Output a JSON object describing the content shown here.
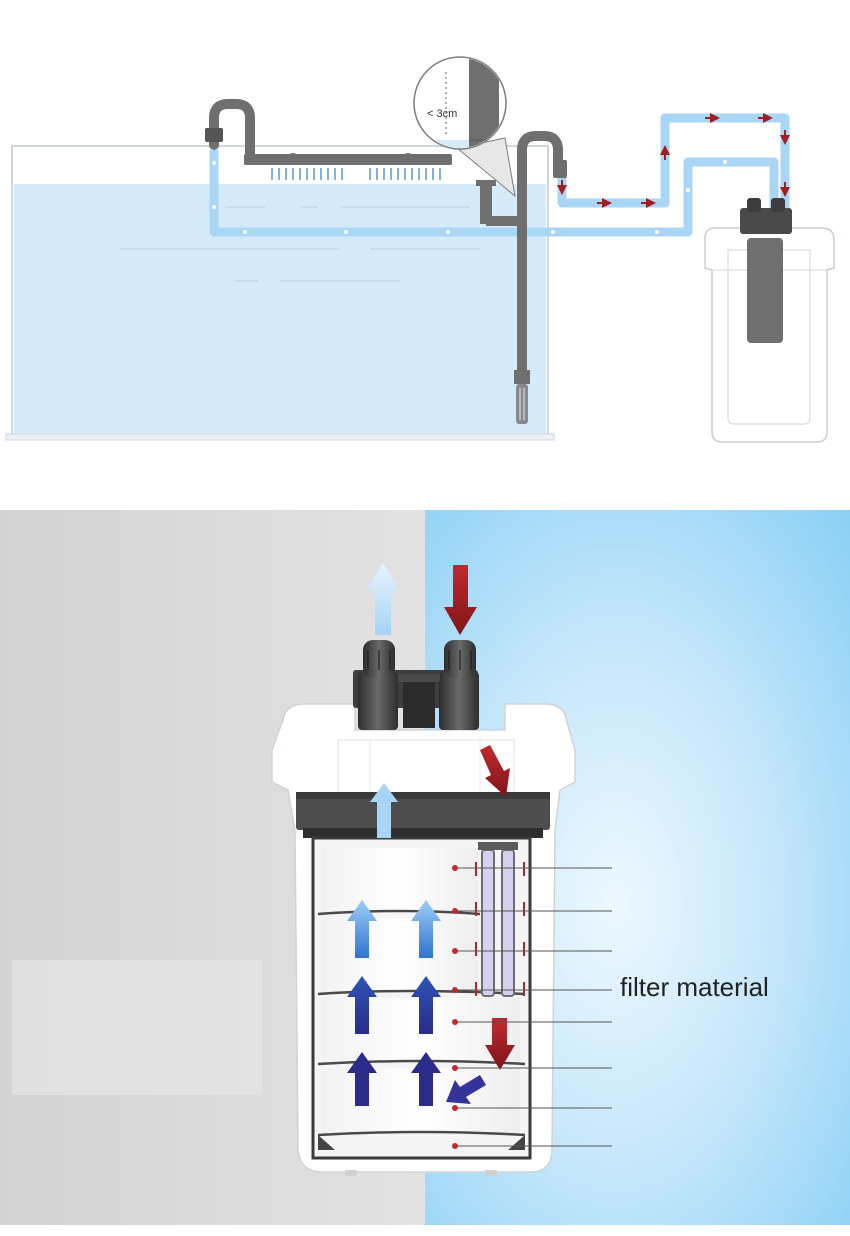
{
  "installation_diagram": {
    "water_gap_label": "< 3cm"
  },
  "filter_cutaway": {
    "callout_label": "filter material",
    "callout_line_count": 8
  },
  "colors": {
    "water": "#d6ebfa",
    "hose": "#a9d6f4",
    "pipe_gray": "#6f6f6f",
    "flow_in_red": "#a01d21",
    "flow_out_blue": "#1f5fb6",
    "background_gray": "#d9d9d9",
    "background_blue": "#9fd7f7"
  }
}
